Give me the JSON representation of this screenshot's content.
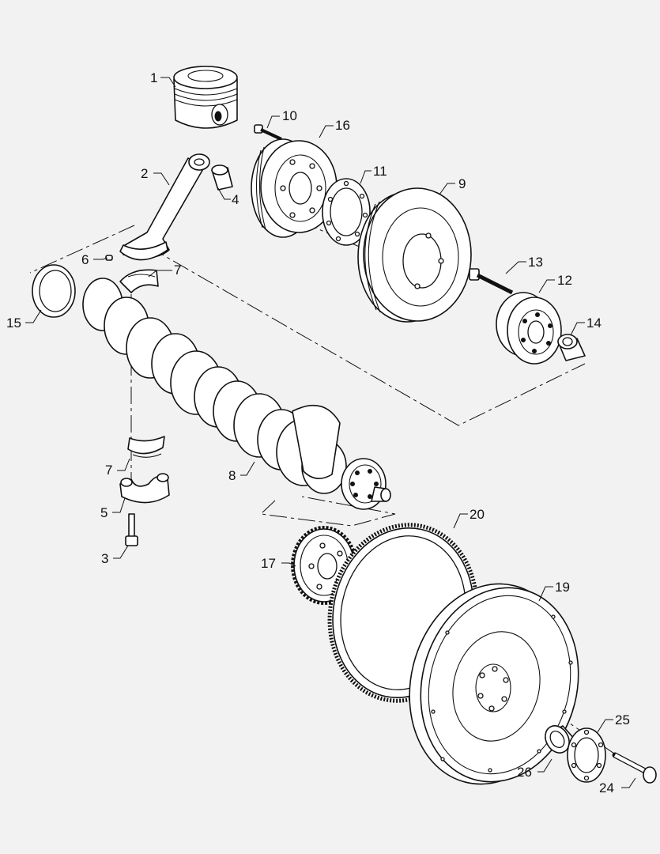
{
  "callouts": {
    "c1": "1",
    "c2": "2",
    "c3": "3",
    "c4": "4",
    "c5": "5",
    "c6": "6",
    "c7a": "7",
    "c7b": "7",
    "c8": "8",
    "c9": "9",
    "c10": "10",
    "c11": "11",
    "c12": "12",
    "c13": "13",
    "c14": "14",
    "c15": "15",
    "c16": "16",
    "c17": "17",
    "c19": "19",
    "c20": "20",
    "c24": "24",
    "c25": "25",
    "c26": "26"
  },
  "colors": {
    "ink": "#111111",
    "paper": "#f2f2f2",
    "fill": "#ffffff"
  }
}
